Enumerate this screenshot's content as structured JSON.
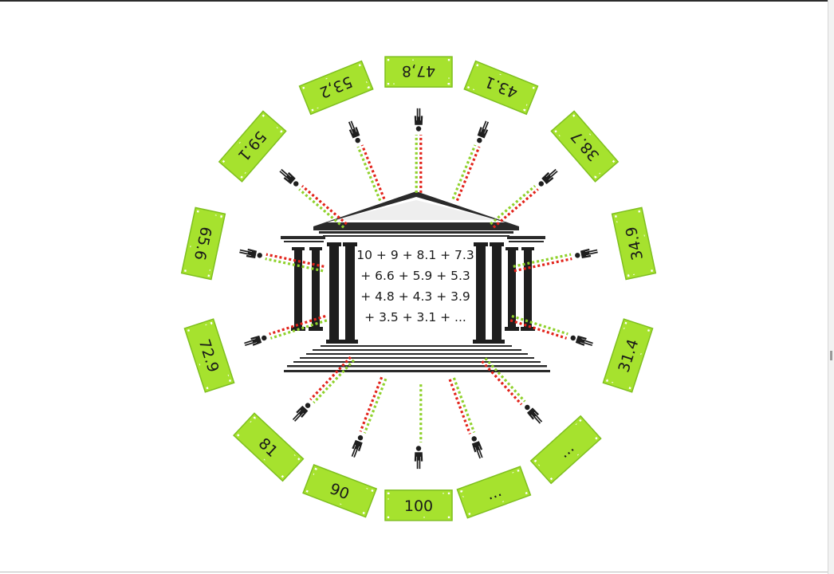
{
  "formula_lines": [
    "10 + 9 + 8.1 + 7.3",
    "+ 6.6 + 5.9 + 5.3",
    "+ 4.8 + 4.3 + 3.9",
    "+ 3.5 + 3.1 + ..."
  ],
  "bills": [
    {
      "id": "100",
      "label": "100",
      "angle": 0
    },
    {
      "id": "90",
      "label": "90",
      "angle": 21
    },
    {
      "id": "81",
      "label": "81",
      "angle": 43
    },
    {
      "id": "72-9",
      "label": "72.9",
      "angle": 72
    },
    {
      "id": "65-6",
      "label": "65.6",
      "angle": 102
    },
    {
      "id": "59-1",
      "label": "59.1",
      "angle": 131
    },
    {
      "id": "53-2",
      "label": "53,2",
      "angle": 158
    },
    {
      "id": "47-8",
      "label": "47,8",
      "angle": 180
    },
    {
      "id": "43-1",
      "label": "43.1",
      "angle": 202
    },
    {
      "id": "38-7",
      "label": "38.7",
      "angle": 229
    },
    {
      "id": "34-9",
      "label": "34.9",
      "angle": 258
    },
    {
      "id": "31-4",
      "label": "31.4",
      "angle": 288
    },
    {
      "id": "ellipsis-left",
      "label": "...",
      "angle": 318
    },
    {
      "id": "ellipsis-bottom",
      "label": "...",
      "angle": 340
    }
  ],
  "colors": {
    "bill_fill": "#a6e22e",
    "bill_border": "#7fbf1f",
    "dot_green": "#8fd12b",
    "dot_red": "#e2231a",
    "ink": "#1e1e1e"
  }
}
